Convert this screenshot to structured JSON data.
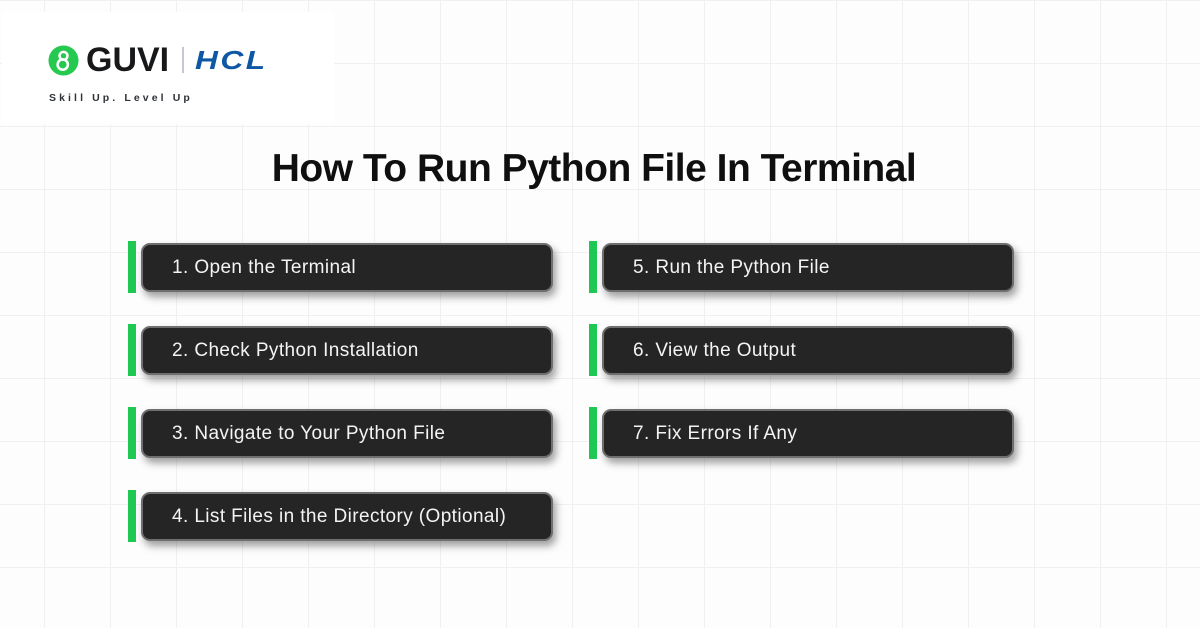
{
  "brand": {
    "guvi_name": "GUVI",
    "hcl_name": "HCL",
    "tagline": "Skill Up. Level Up",
    "logo_icon": "guvi-green-circle-icon"
  },
  "title": "How To Run Python File In Terminal",
  "steps": {
    "left": [
      "1. Open the Terminal",
      "2. Check Python Installation",
      "3. Navigate to Your Python File",
      "4. List Files in the Directory (Optional)"
    ],
    "right": [
      "5. Run the Python File",
      "6. View the Output",
      "7. Fix Errors If Any"
    ]
  },
  "colors": {
    "accent_green": "#1fc853",
    "hcl_blue": "#0e57a5",
    "step_background": "#252526",
    "step_text": "#f4f4f4",
    "title_text": "#0f0f10"
  }
}
